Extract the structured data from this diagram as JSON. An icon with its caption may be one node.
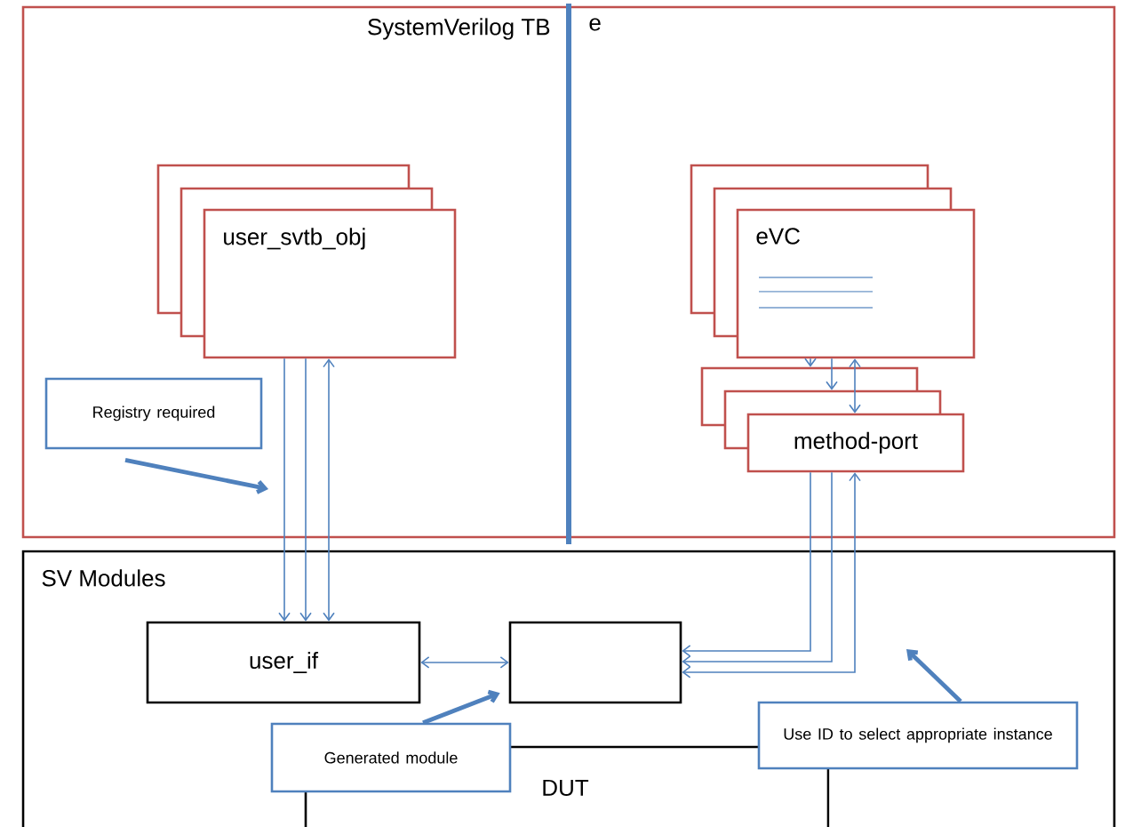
{
  "diagram": {
    "nodes": [
      {
        "text": [
          "SystemVerilog TB",
          "e"
        ]
      },
      {
        "text": [
          "user_svtb_obj"
        ],
        "in": 0
      },
      {
        "text": [
          "eVC"
        ],
        "in": 0
      },
      {
        "text": [
          "method-port"
        ],
        "in": 0
      },
      {
        "text": [
          "Registry required"
        ],
        "in": 0
      },
      {
        "text": [
          "SV Modules"
        ]
      },
      {
        "text": [
          "user_if"
        ],
        "in": 5
      },
      {
        "text": [],
        "shape": "box",
        "in": 5
      },
      {
        "text": [
          "DUT"
        ],
        "in": 5
      },
      {
        "text": [
          "Generated module"
        ],
        "in": 5
      },
      {
        "text": [
          "Use ID to select appropriate instance"
        ],
        "in": 5
      }
    ],
    "edges": [
      {
        "from": 1,
        "to": 6,
        "arrow": "to"
      },
      {
        "from": 1,
        "to": 6,
        "arrow": "to"
      },
      {
        "from": 1,
        "to": 6,
        "arrow": "both"
      },
      {
        "from": 2,
        "to": 3,
        "arrow": "to"
      },
      {
        "from": 2,
        "to": 3,
        "arrow": "to"
      },
      {
        "from": 2,
        "to": 3,
        "arrow": "both"
      },
      {
        "from": 3,
        "to": 7,
        "arrow": "to"
      },
      {
        "from": 3,
        "to": 7,
        "arrow": "to"
      },
      {
        "from": 3,
        "to": 7,
        "arrow": "both"
      },
      {
        "from": 6,
        "to": 7,
        "arrow": "both"
      },
      {
        "from": 9,
        "to": 7,
        "arrow": "to",
        "style": "thick"
      },
      {
        "from": 4,
        "to": null,
        "arrow": "to",
        "style": "thick"
      },
      {
        "from": 10,
        "to": null,
        "arrow": "to",
        "style": "thick"
      }
    ]
  }
}
